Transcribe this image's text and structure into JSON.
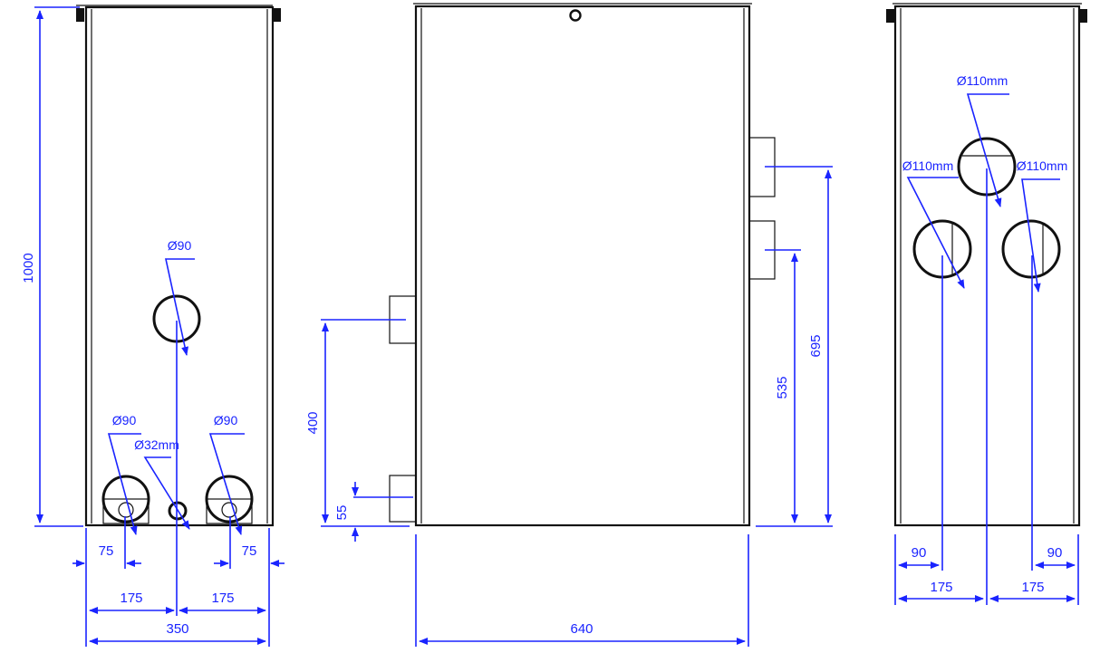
{
  "colors": {
    "dimension": "#1a24ff",
    "outline": "#111111",
    "background": "#ffffff"
  },
  "views": {
    "left": {
      "height_label": "1000",
      "pipe_top_label": "Ø90",
      "pipe_bottom_left_label": "Ø90",
      "pipe_bottom_mid_label": "Ø32mm",
      "pipe_bottom_right_label": "Ø90",
      "offset_left_label": "75",
      "offset_right_label": "75",
      "half_left_label": "175",
      "half_right_label": "175",
      "width_label": "350"
    },
    "middle": {
      "width_label": "640",
      "inlet_left_upper_label": "400",
      "inlet_left_lower_label": "55",
      "outlet_right_lower_label": "535",
      "outlet_right_upper_label": "695"
    },
    "right": {
      "pipe_top_label": "Ø110mm",
      "pipe_left_label": "Ø110mm",
      "pipe_right_label": "Ø110mm",
      "offset_left_label": "90",
      "offset_right_label": "90",
      "half_left_label": "175",
      "half_right_label": "175"
    }
  }
}
